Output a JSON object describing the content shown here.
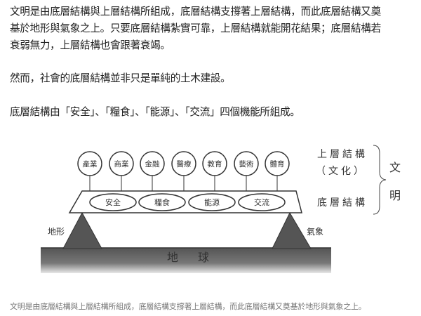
{
  "paragraphs": [
    [
      "文明是由底層結構與上層結構所組成，底層結構支撐著上層結構，而此底層結構又奠",
      "基於地形與氣象之上。只要底層結構紮實可靠，上層結構就能開花結果；底層結構若",
      "衰弱無力，上層結構也會跟著衰竭。"
    ],
    [
      "然而，社會的底層結構並非只是單純的土木建設。"
    ],
    [
      "底層結構由「安全」、「糧食」、「能源」、「交流」四個機能所組成。"
    ]
  ],
  "diagram": {
    "upper_items": [
      "產業",
      "商業",
      "金融",
      "醫療",
      "教育",
      "藝術",
      "體育"
    ],
    "lower_items": [
      "安全",
      "糧食",
      "能源",
      "交流"
    ],
    "upper_label": "上層結構",
    "upper_sublabel": "（文化）",
    "lower_label": "底層結構",
    "civilization_label": [
      "文",
      "明"
    ],
    "terrain_label": "地形",
    "climate_label": "氣象",
    "earth_label": [
      "地",
      "球"
    ]
  },
  "caption": "文明是由底層結構與上層結構所組成，底層結構支撐著上層結構，而此底層結構又奠基於地形與氣象之上。"
}
